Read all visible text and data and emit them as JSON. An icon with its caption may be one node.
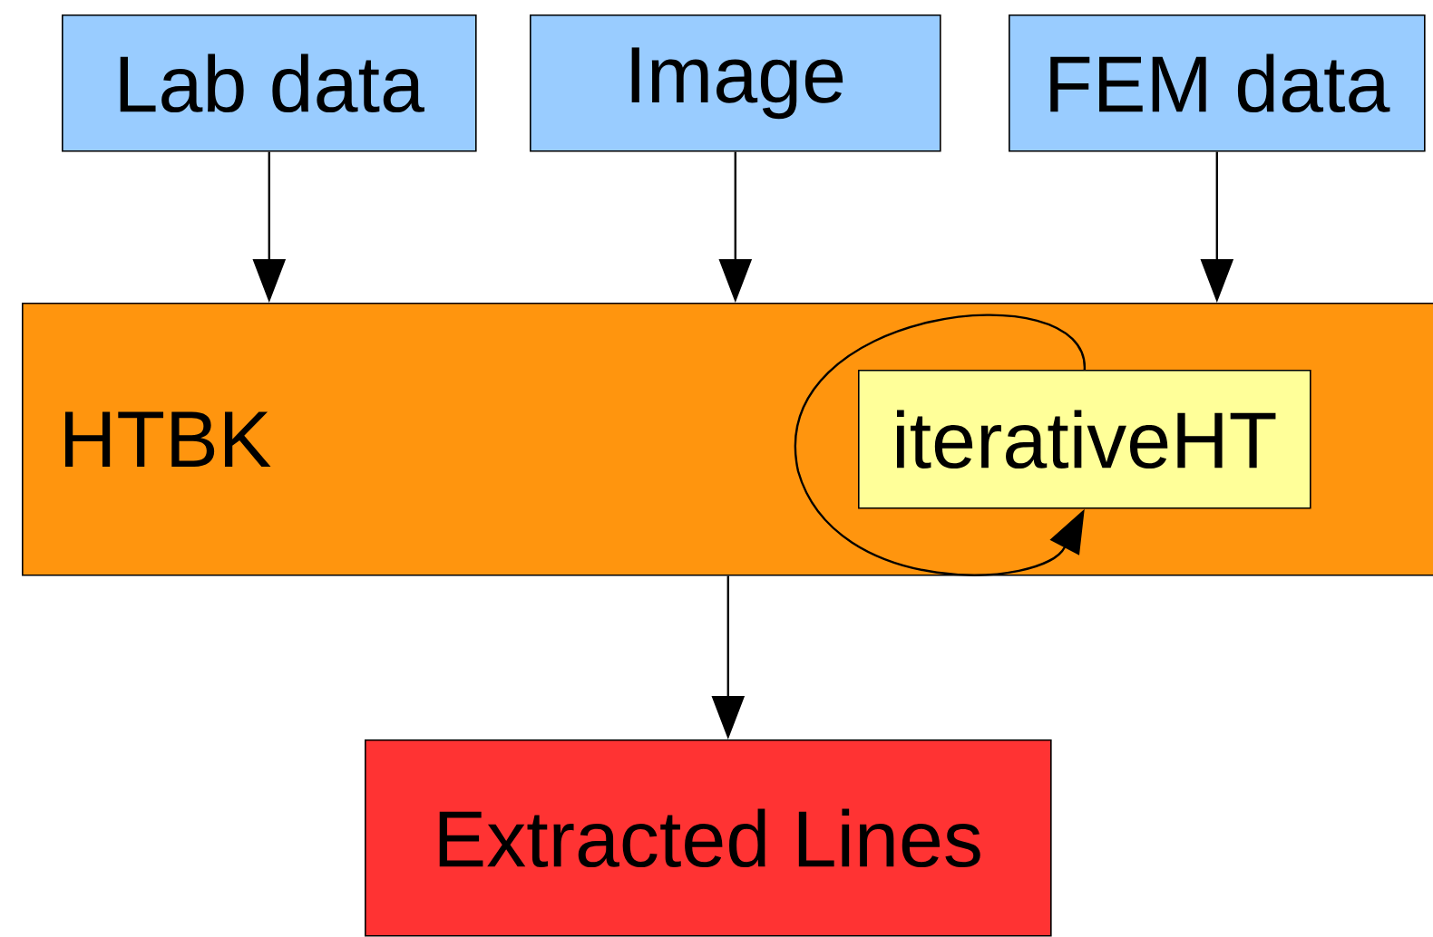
{
  "diagram": {
    "nodes": [
      {
        "text": [
          "Lab data"
        ]
      },
      {
        "text": [
          "Image"
        ]
      },
      {
        "text": [
          "FEM data"
        ]
      },
      {
        "text": [
          "HTBK"
        ]
      },
      {
        "text": [
          "iterativeHT"
        ],
        "in": 3
      },
      {
        "text": [
          "Extracted Lines"
        ]
      }
    ],
    "edges": [
      {
        "from": 0,
        "to": 3,
        "arrow": "to"
      },
      {
        "from": 1,
        "to": 3,
        "arrow": "to"
      },
      {
        "from": 2,
        "to": 3,
        "arrow": "to"
      },
      {
        "from": 4,
        "to": 4,
        "arrow": "to"
      },
      {
        "from": 3,
        "to": 5,
        "arrow": "to"
      }
    ]
  }
}
